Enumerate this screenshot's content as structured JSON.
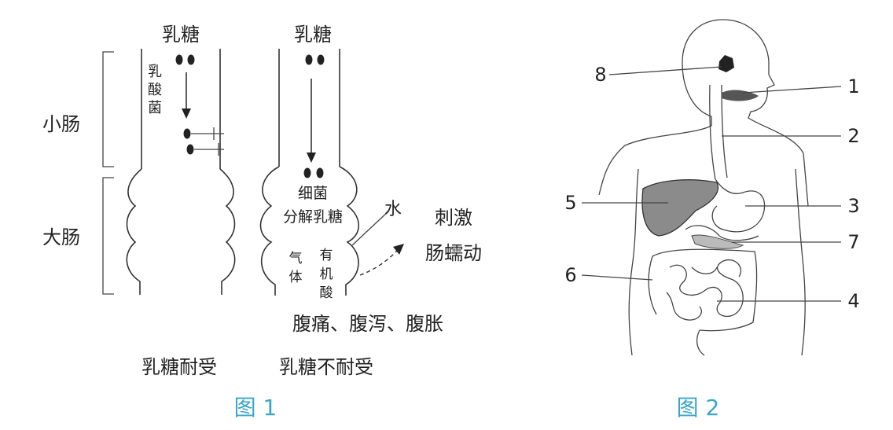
{
  "figure1": {
    "sugar_left": "乳糖",
    "sugar_right": "乳糖",
    "lactobacillus": [
      "乳",
      "酸",
      "菌"
    ],
    "small_intestine": "小肠",
    "large_intestine": "大肠",
    "bacteria_decompose_line1": "细菌",
    "bacteria_decompose_line2": "分解乳糖",
    "water": "水",
    "gas": [
      "气",
      "体"
    ],
    "organic_acid": [
      "有",
      "机",
      "酸"
    ],
    "stimulate": "刺激",
    "peristalsis": "肠蠕动",
    "symptoms": "腹痛、腹泻、腹胀",
    "tolerant": "乳糖耐受",
    "intolerant": "乳糖不耐受",
    "caption": "图 1"
  },
  "figure2": {
    "labels": [
      "8",
      "1",
      "2",
      "3",
      "5",
      "7",
      "6",
      "4"
    ],
    "caption": "图 2"
  }
}
